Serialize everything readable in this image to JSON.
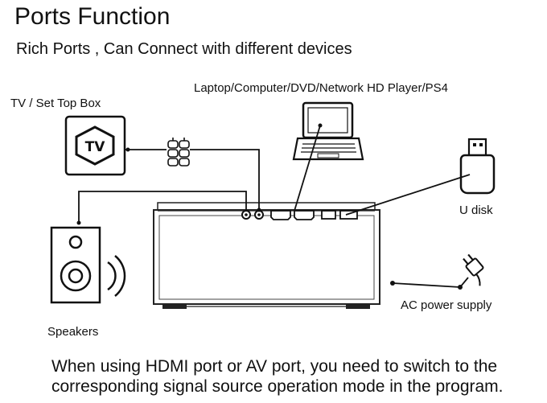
{
  "page": {
    "title": "Ports Function",
    "subtitle": "Rich Ports , Can Connect with different devices",
    "note_line1": "When using HDMI port or AV port, you need to switch to the",
    "note_line2": "corresponding signal source operation mode in the program."
  },
  "diagram": {
    "labels": {
      "laptop": "Laptop/Computer/DVD/Network HD Player/PS4",
      "tv": "TV / Set Top Box",
      "udisk": "U disk",
      "ac": "AC power supply",
      "speakers": "Speakers"
    },
    "tv_icon_text": "TV",
    "ports": [
      "av-audio-left",
      "av-audio-right",
      "hdmi-1",
      "hdmi-2",
      "usb-1",
      "usb-2"
    ],
    "connections": [
      {
        "from": "tv-set-top-box",
        "to": "av-port",
        "via": "rca-connector"
      },
      {
        "from": "laptop",
        "to": "hdmi-port"
      },
      {
        "from": "u-disk",
        "to": "usb-port"
      },
      {
        "from": "speakers",
        "to": "audio-port"
      },
      {
        "from": "ac-power-plug",
        "to": "projector"
      }
    ],
    "icons": [
      "tv-icon",
      "laptop-icon",
      "usb-drive-icon",
      "speaker-icon",
      "power-plug-icon",
      "rca-connector-icon",
      "projector-icon"
    ]
  }
}
